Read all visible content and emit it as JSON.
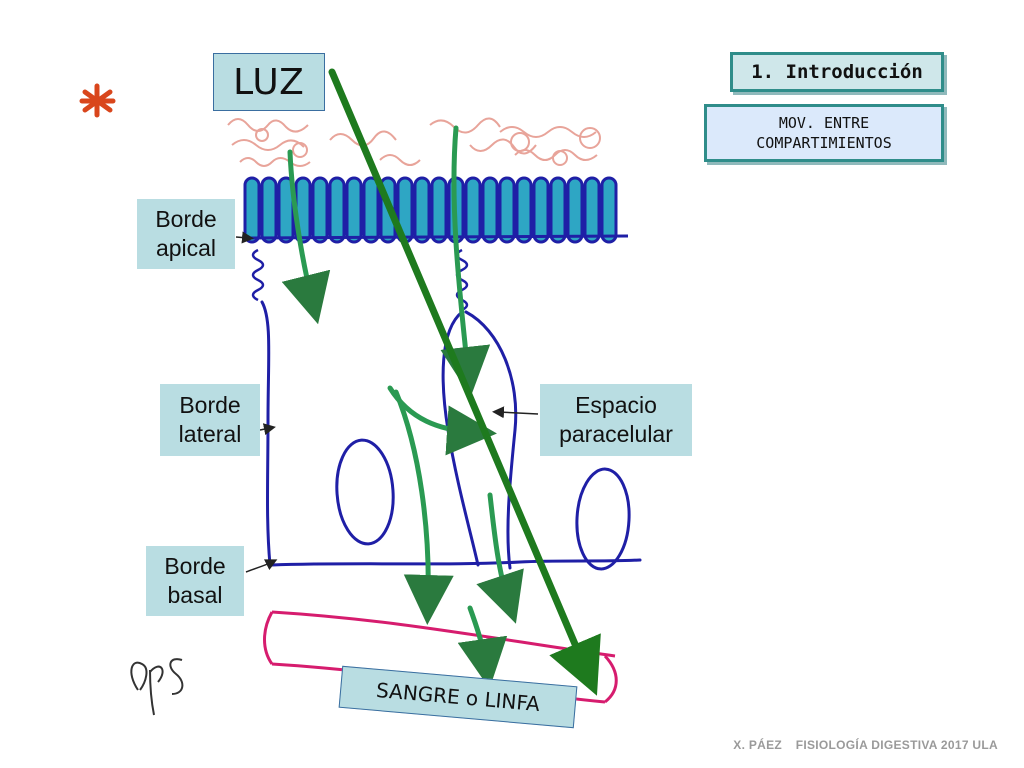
{
  "title": "LUZ",
  "section": "1. Introducción",
  "subtitle": {
    "line1": "MOV. ENTRE",
    "line2": "COMPARTIMIENTOS"
  },
  "labels": {
    "apical": {
      "line1": "Borde",
      "line2": "apical"
    },
    "lateral": {
      "line1": "Borde",
      "line2": "lateral"
    },
    "basal": {
      "line1": "Borde",
      "line2": "basal"
    },
    "paracelular": {
      "line1": "Espacio",
      "line2": "paracelular"
    }
  },
  "bottom_label": "SANGRE o LINFA",
  "footer": {
    "author": "X. PÁEZ",
    "course": "FISIOLOGÍA DIGESTIVA 2017 ULA"
  },
  "colors": {
    "membrane": "#1f1fa6",
    "microvilli_fill": "#2ea6c4",
    "arrow_green": "#2a9a52",
    "big_arrow": "#1e7a1e",
    "vessel": "#d61c6e",
    "luz_food": "#e8a49a",
    "asterisk": "#d9461c"
  }
}
